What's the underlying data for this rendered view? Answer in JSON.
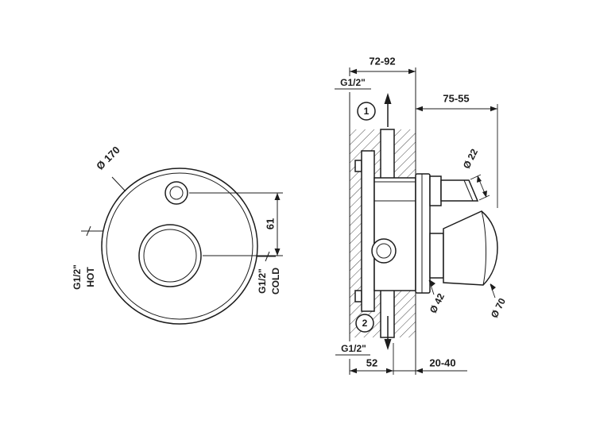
{
  "front_view": {
    "diameter": "Ø 170",
    "button_to_knob_distance": "61",
    "hot_thread": "G1/2\"",
    "hot_label": "HOT",
    "cold_thread": "G1/2\"",
    "cold_label": "COLD"
  },
  "side_view": {
    "installation_depth_range": "72-92",
    "projection_range": "75-55",
    "outlet_top_thread": "G1/2\"",
    "outlet_top_number": "1",
    "outlet_bottom_thread": "G1/2\"",
    "outlet_bottom_number": "2",
    "spout_diameter": "Ø 22",
    "body_diameter": "Ø 42",
    "handle_diameter": "Ø 70",
    "rough_in_depth": "52",
    "wall_finish_range": "20-40"
  },
  "colors": {
    "line": "#1c1c1c",
    "background": "#ffffff"
  }
}
